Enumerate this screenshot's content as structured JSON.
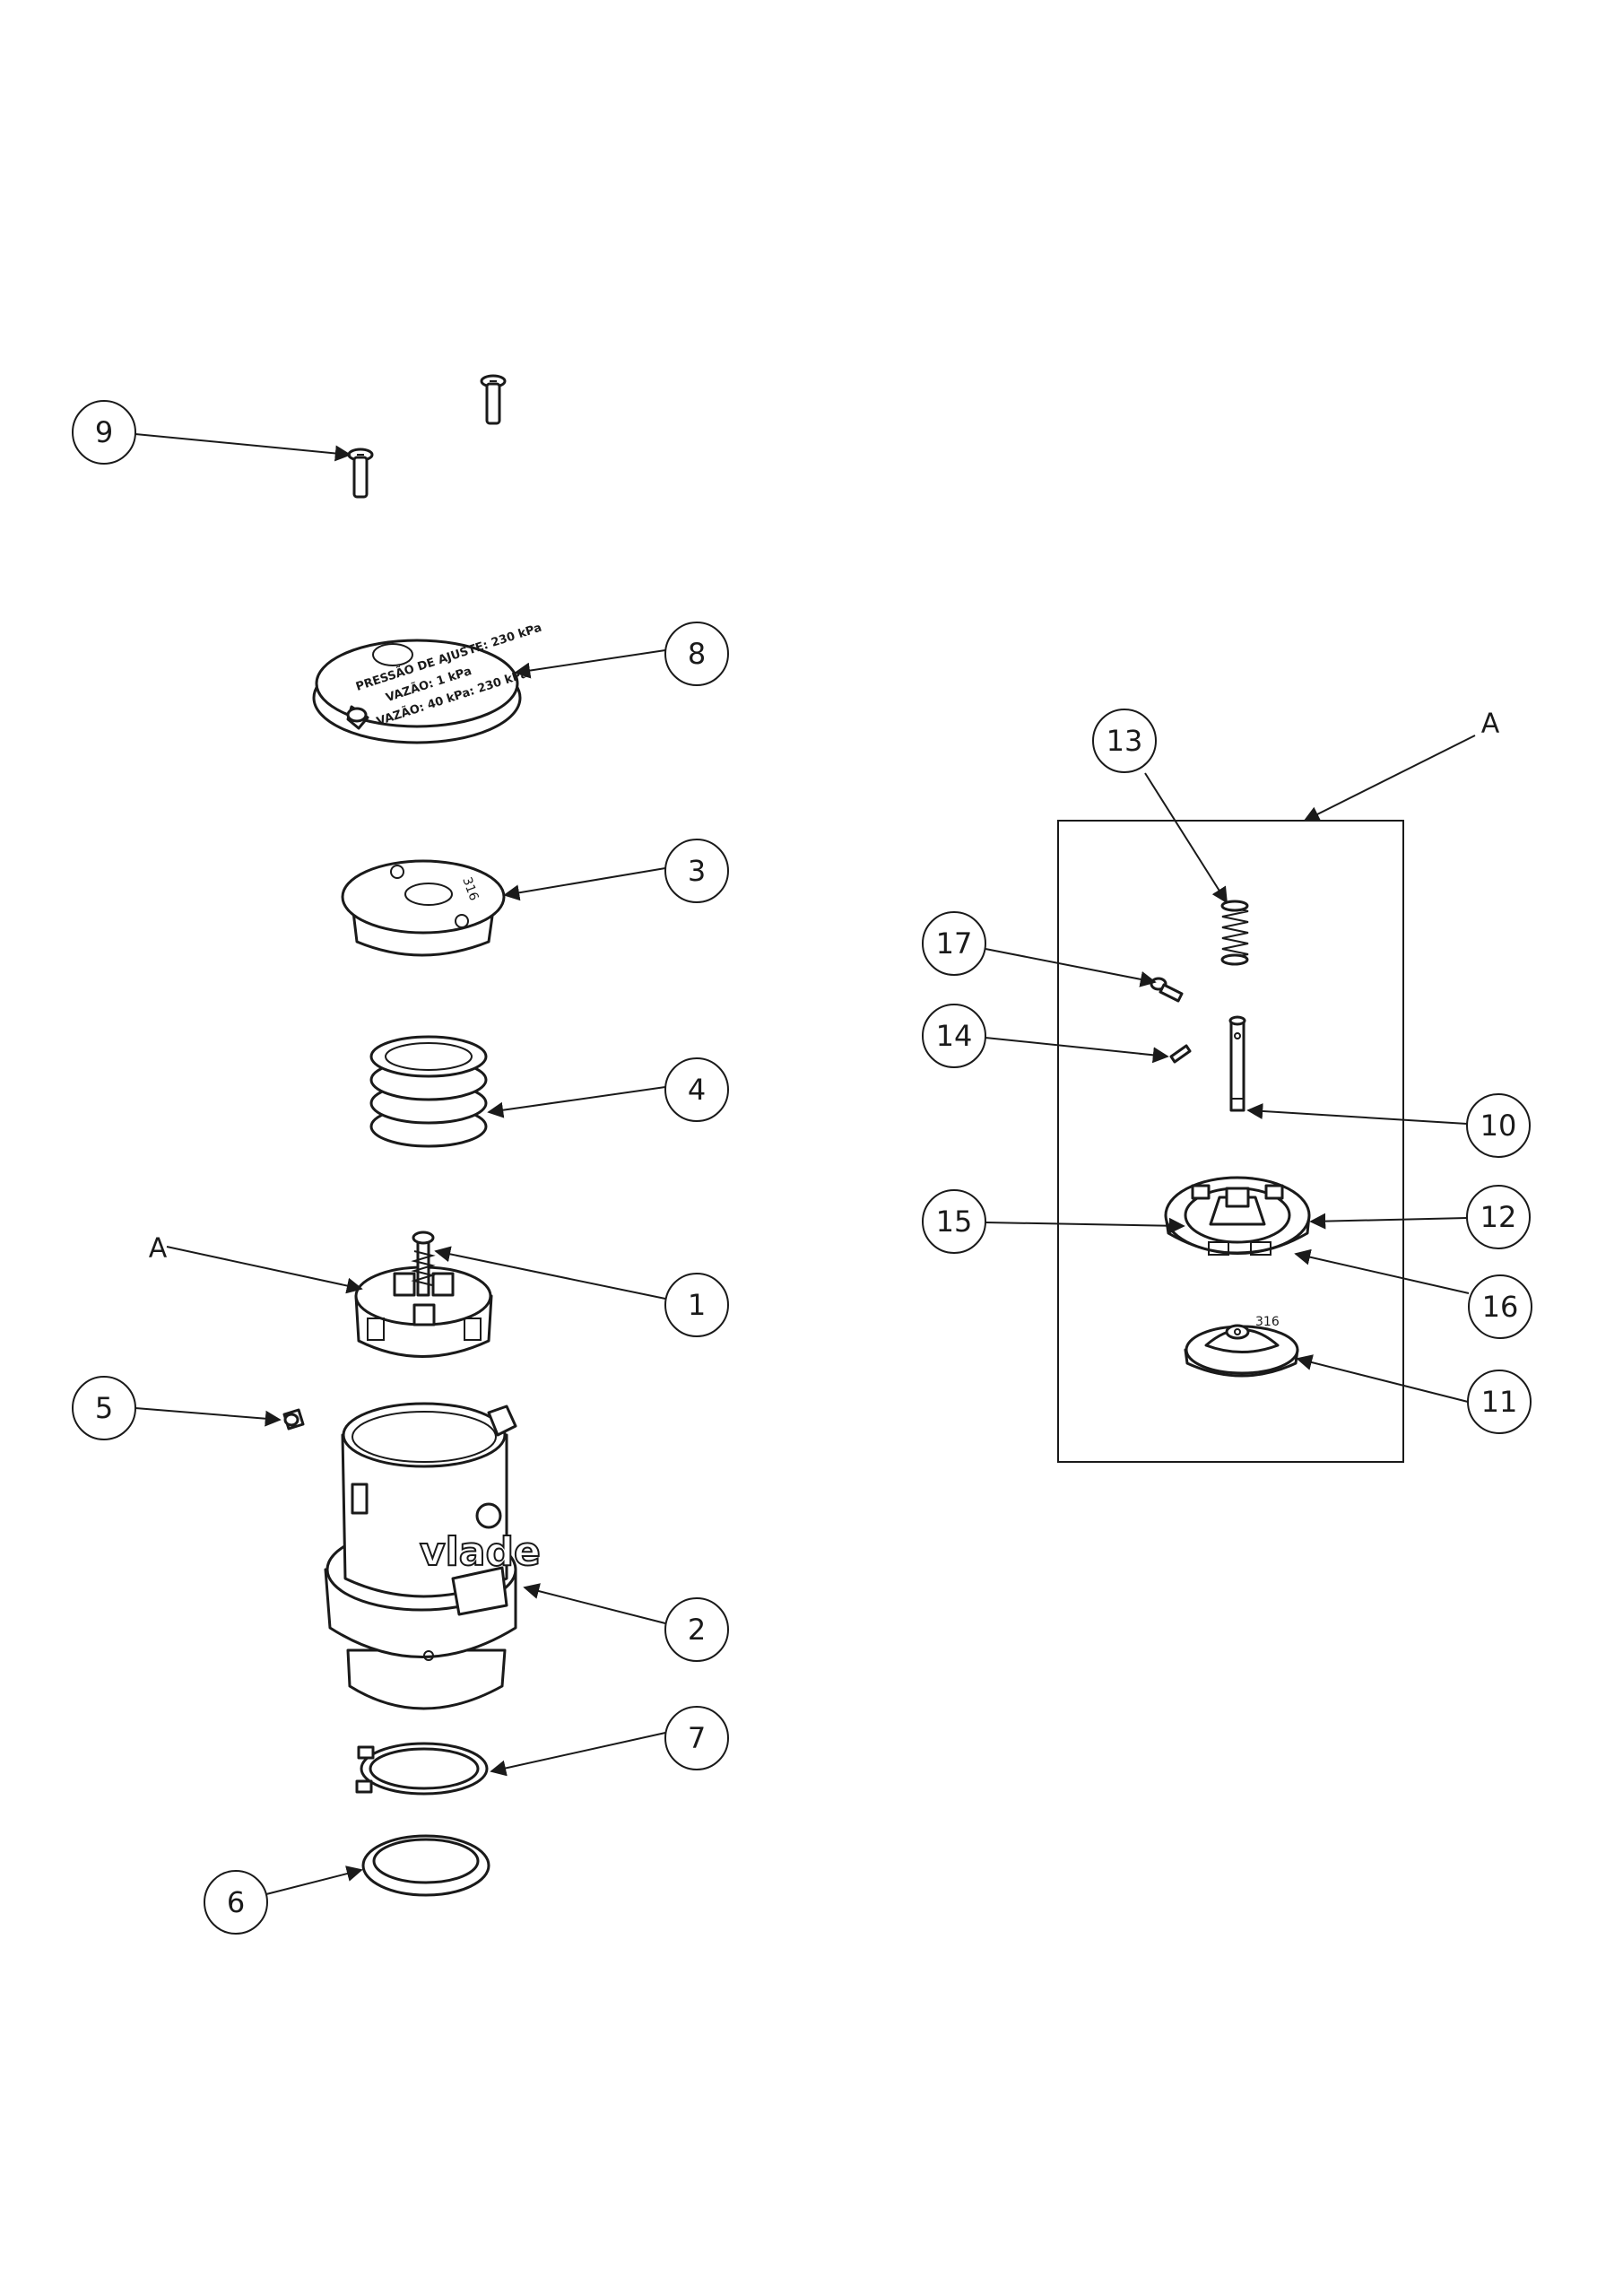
{
  "callouts": [
    "1",
    "2",
    "3",
    "4",
    "5",
    "6",
    "7",
    "8",
    "9",
    "10",
    "11",
    "12",
    "13",
    "14",
    "15",
    "16",
    "17"
  ],
  "view_marker": "A",
  "cap_engraving": {
    "line1": "PRESSÃO DE AJUSTE: 230 kPa",
    "line2": "VAZÃO: 1 kPa",
    "line3": "VAZÃO: 40 kPa: 230 kPa"
  },
  "body_brand": "vlade",
  "part_mark": "316"
}
